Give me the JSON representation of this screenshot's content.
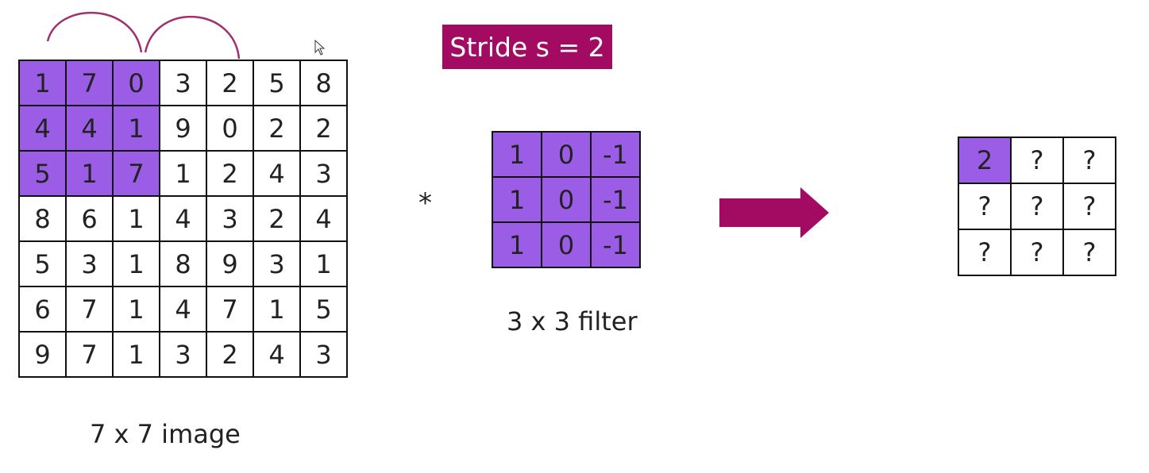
{
  "stride_label": "Stride s = 2",
  "image": {
    "caption": "7 x 7 image",
    "rows": [
      [
        "1",
        "7",
        "0",
        "3",
        "2",
        "5",
        "8"
      ],
      [
        "4",
        "4",
        "1",
        "9",
        "0",
        "2",
        "2"
      ],
      [
        "5",
        "1",
        "7",
        "1",
        "2",
        "4",
        "3"
      ],
      [
        "8",
        "6",
        "1",
        "4",
        "3",
        "2",
        "4"
      ],
      [
        "5",
        "3",
        "1",
        "8",
        "9",
        "3",
        "1"
      ],
      [
        "6",
        "7",
        "1",
        "4",
        "7",
        "1",
        "5"
      ],
      [
        "9",
        "7",
        "1",
        "3",
        "2",
        "4",
        "3"
      ]
    ]
  },
  "operator": "*",
  "filter": {
    "caption": "3 x 3 filter",
    "rows": [
      [
        "1",
        "0",
        "-1"
      ],
      [
        "1",
        "0",
        "-1"
      ],
      [
        "1",
        "0",
        "-1"
      ]
    ]
  },
  "output": {
    "rows": [
      [
        "2",
        "?",
        "?"
      ],
      [
        "?",
        "?",
        "?"
      ],
      [
        "?",
        "?",
        "?"
      ]
    ]
  },
  "colors": {
    "highlight": "#9b5de5",
    "accent": "#a30b63",
    "hop_arc": "#a0306e"
  },
  "icons": {
    "arrow": "right-arrow-icon",
    "cursor": "mouse-cursor-icon"
  }
}
